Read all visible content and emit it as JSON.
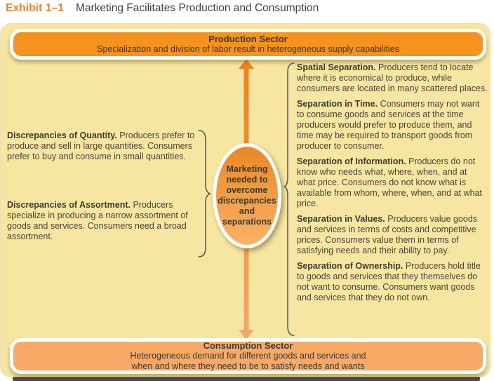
{
  "header": {
    "exhibit_label": "Exhibit 1–1",
    "title": "Marketing Facilitates Production and Consumption"
  },
  "production_sector": {
    "title": "Production Sector",
    "subtitle": "Specialization and division of labor result in heterogeneous supply capabilities"
  },
  "consumption_sector": {
    "title": "Consumption Sector",
    "subtitle_line1": "Heterogeneous demand for different goods and services and",
    "subtitle_line2": "when and where they need to be to satisfy needs and wants"
  },
  "marketing_ellipse": {
    "lines": [
      "Marketing",
      "needed to",
      "overcome",
      "discrepancies",
      "and",
      "separations"
    ]
  },
  "left_column": {
    "items": [
      {
        "title": "Discrepancies of Quantity.",
        "body": "Producers prefer to produce and sell in large quantities. Consumers prefer to buy and consume in small quantities."
      },
      {
        "title": "Discrepancies of Assortment.",
        "body": "Producers specialize in producing a narrow assortment of goods and services. Consumers need a broad assortment."
      }
    ]
  },
  "right_column": {
    "items": [
      {
        "title": "Spatial Separation.",
        "body": "Producers tend to locate where it is economical to produce, while consumers are located in many scattered places."
      },
      {
        "title": "Separation in Time.",
        "body": "Consumers may not want to consume goods and services at the time producers would prefer to produce them, and time may be required to transport goods from producer to consumer."
      },
      {
        "title": "Separation of Information.",
        "body": "Producers do not know who needs what, where, when, and at what price. Consumers do not know what is available from whom, where, when, and at what price."
      },
      {
        "title": "Separation in Values.",
        "body": "Producers value goods and services in terms of costs and competitive prices. Consumers value them in terms of satisfying needs and their ability to pay."
      },
      {
        "title": "Separation of Ownership.",
        "body": "Producers hold title to goods and services that they themselves do not want to consume. Consumers want goods and services that they do not own."
      }
    ]
  },
  "colors": {
    "exhibit_accent": "#f58220",
    "panel_background": "#f7e6a1",
    "production_bar": "#f6921e",
    "consumption_bar": "#f8a967",
    "ellipse_gradient_top": "#ea8826",
    "ellipse_gradient_bottom": "#f9b266",
    "arrow_top": "#ef821b",
    "arrow_bottom": "#f4a766",
    "body_text": "#45453a"
  }
}
